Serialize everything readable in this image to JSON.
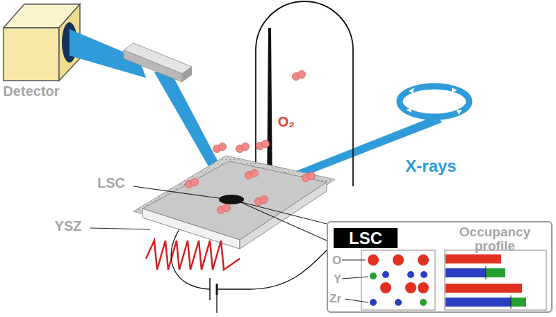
{
  "diagram": {
    "nodes": [
      {
        "text": [
          "Occupancy profile",
          "O",
          "Y",
          "Zr"
        ]
      },
      {
        "text": [
          "LSC"
        ],
        "in": 0
      }
    ],
    "labels": [
      "Detector",
      "O₂",
      "LSC",
      "X-rays",
      "YSZ"
    ]
  }
}
